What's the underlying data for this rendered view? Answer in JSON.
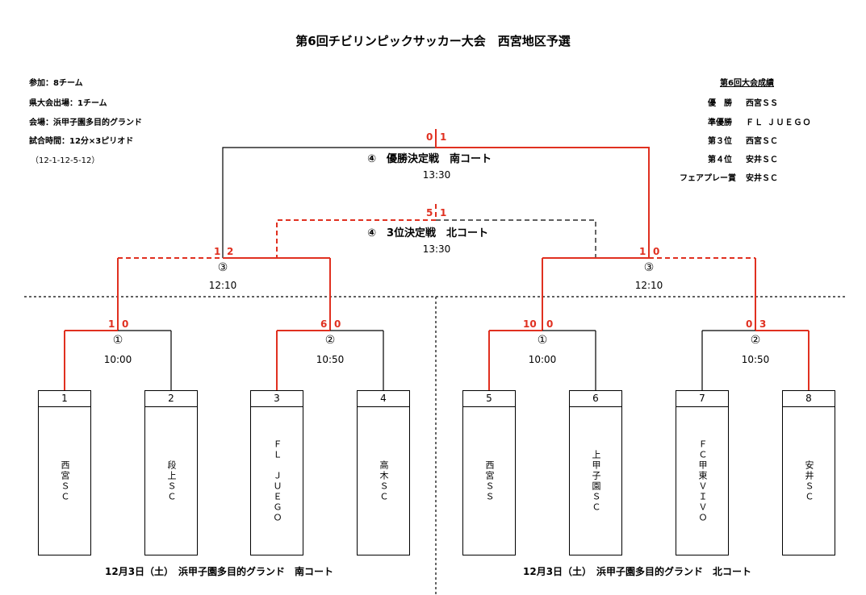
{
  "title": "第6回チビリンピックサッカー大会　西宮地区予選",
  "info": {
    "participants": "参加：8チーム",
    "prefecture": "県大会出場：1チーム",
    "venue": "会場：浜甲子園多目的グランド",
    "time": "試合時間：12分×3ピリオド",
    "periods": "（12-1-12-5-12）"
  },
  "results": {
    "heading": "第6回大会成績",
    "rows": [
      {
        "rank": "優　勝",
        "team": "西宮ＳＳ"
      },
      {
        "rank": "準優勝",
        "team": "ＦＬ ＪＵＥＧＯ"
      },
      {
        "rank": "第３位",
        "team": "西宮ＳＣ"
      },
      {
        "rank": "第４位",
        "team": "安井ＳＣ"
      },
      {
        "rank": "フェアプレー賞",
        "team": "安井ＳＣ"
      }
    ]
  },
  "final": {
    "label": "④　優勝決定戦　南コート",
    "time": "13:30",
    "score_left": "0",
    "score_right": "1"
  },
  "third": {
    "label": "④　3位決定戦　北コート",
    "time": "13:30",
    "score_left": "5",
    "score_right": "1"
  },
  "semis": [
    {
      "circle": "③",
      "time": "12:10",
      "score_left": "1",
      "score_right": "2"
    },
    {
      "circle": "③",
      "time": "12:10",
      "score_left": "1",
      "score_right": "0"
    }
  ],
  "round1": [
    {
      "circle": "①",
      "time": "10:00",
      "score_left": "1",
      "score_right": "0"
    },
    {
      "circle": "②",
      "time": "10:50",
      "score_left": "6",
      "score_right": "0"
    },
    {
      "circle": "①",
      "time": "10:00",
      "score_left": "10",
      "score_right": "0"
    },
    {
      "circle": "②",
      "time": "10:50",
      "score_left": "0",
      "score_right": "3"
    }
  ],
  "teams": [
    {
      "num": "1",
      "name": "西宮ＳＣ"
    },
    {
      "num": "2",
      "name": "段上ＳＣ"
    },
    {
      "num": "3",
      "name": "ＦＬ　ＪＵＥＧＯ"
    },
    {
      "num": "4",
      "name": "高木ＳＣ"
    },
    {
      "num": "5",
      "name": "西宮ＳＳ"
    },
    {
      "num": "6",
      "name": "上甲子園ＳＣ"
    },
    {
      "num": "7",
      "name": "ＦＣ甲東ＶＩＶＯ"
    },
    {
      "num": "8",
      "name": "安井ＳＣ"
    }
  ],
  "courts": {
    "south": "12月3日（土）　浜甲子園多目的グランド　南コート",
    "north": "12月3日（土）　浜甲子園多目的グランド　北コート"
  },
  "colors": {
    "winner": "#e03020",
    "line": "#000000"
  }
}
